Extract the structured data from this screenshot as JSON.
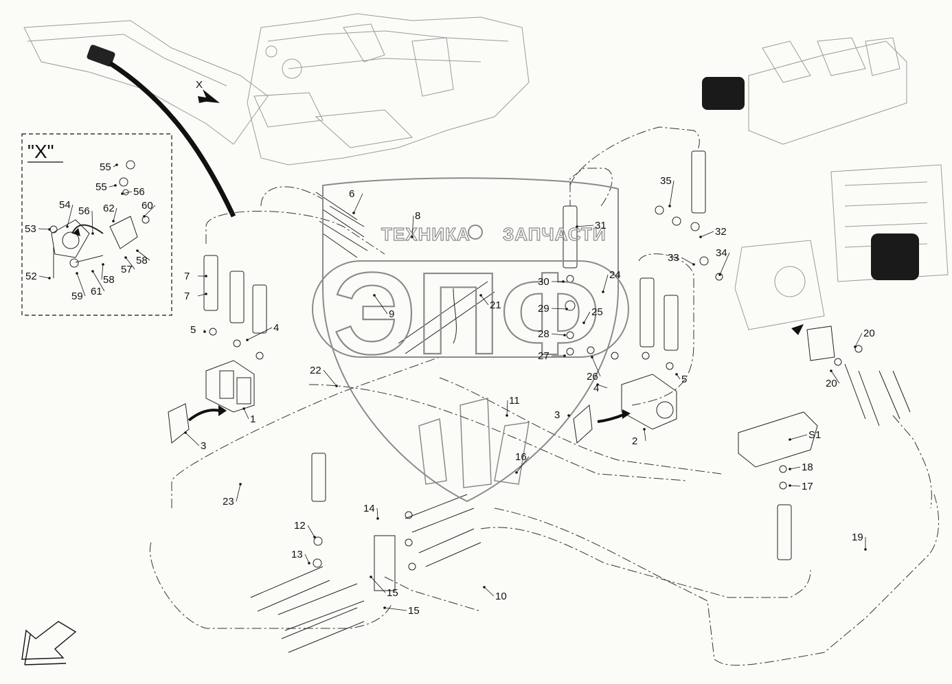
{
  "detail_view": {
    "title": "\"X\""
  },
  "view_marker": "X",
  "watermark": {
    "brand": "ЭПФ",
    "left_word": "ТЕХНИКА",
    "right_word": "ЗАПЧАСТИ"
  },
  "detail_labels": [
    "55",
    "55",
    "56",
    "54",
    "56",
    "62",
    "60",
    "53",
    "57",
    "58",
    "52",
    "59",
    "61",
    "58"
  ],
  "labels": [
    "6",
    "8",
    "31",
    "35",
    "32",
    "33",
    "34",
    "7",
    "7",
    "30",
    "24",
    "21",
    "29",
    "25",
    "9",
    "28",
    "27",
    "5",
    "4",
    "22",
    "26",
    "4",
    "5",
    "20",
    "20",
    "11",
    "3",
    "2",
    "1",
    "3",
    "S1",
    "16",
    "18",
    "17",
    "23",
    "14",
    "12",
    "13",
    "19",
    "15",
    "15",
    "10"
  ],
  "colors": {
    "line": "#1a1a1a",
    "dash": "#333333",
    "watermark": "#8a8a8a",
    "background": "#fbfbf7"
  }
}
